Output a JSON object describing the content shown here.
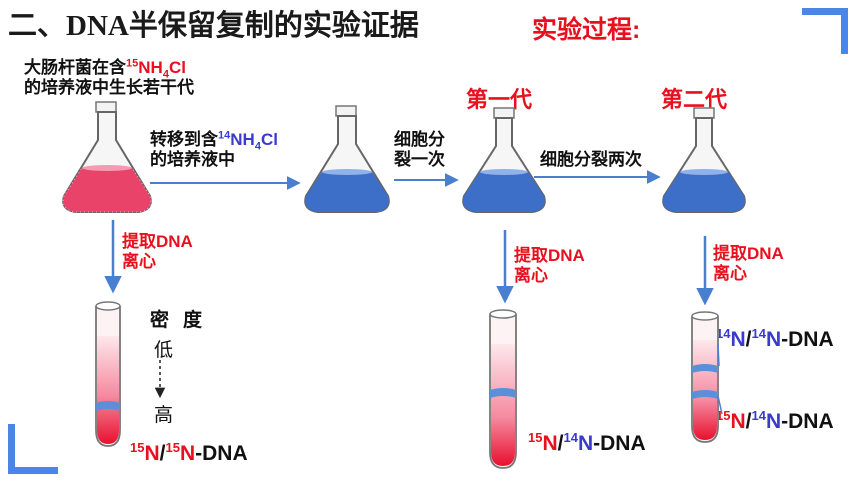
{
  "title": {
    "prefix": "二、",
    "dna": "DNA",
    "suffix": "半保留复制的实验证据"
  },
  "process_label": "实验过程:",
  "start_label": {
    "line1_a": "大肠杆菌在含",
    "sup": "15",
    "line1_b": "NH",
    "sub": "4",
    "line1_c": "Cl",
    "line2": "的培养液中生长若干代"
  },
  "transfer_label": {
    "line1_a": "转移到含",
    "sup": "14",
    "line1_b": "NH",
    "sub": "4",
    "line1_c": "Cl",
    "line2": "的培养液中"
  },
  "divide_once": {
    "line1": "细胞分",
    "line2": "裂一次"
  },
  "divide_twice": "细胞分裂两次",
  "gen1": "第一代",
  "gen2": "第二代",
  "extract": {
    "line1": "提取DNA",
    "line2": "离心"
  },
  "density": {
    "title": "密度",
    "low": "低",
    "high": "高"
  },
  "dna_labels": {
    "n15": "15",
    "n14": "14",
    "N": "N",
    "slash": "/",
    "suffix": "-DNA"
  },
  "colors": {
    "red": "#e8101e",
    "blue": "#3a3acf",
    "corner": "#4a86e8",
    "medium_red": "#ef8fa0",
    "medium_blue": "#5b8fd8"
  }
}
